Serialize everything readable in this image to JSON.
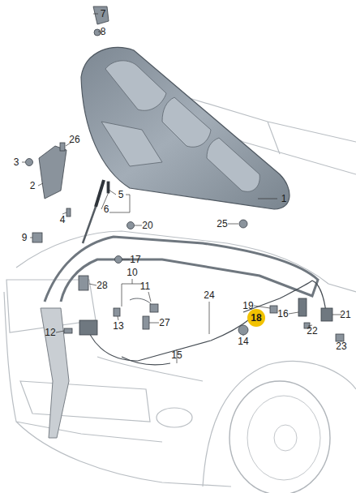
{
  "diagram": {
    "nodes": [
      {
        "text": [
          "18"
        ]
      }
    ],
    "labels": [
      "7",
      "8",
      "26",
      "3",
      "2",
      "5",
      "6",
      "4",
      "1",
      "25",
      "20",
      "9",
      "17",
      "10",
      "11",
      "28",
      "24",
      "19",
      "16",
      "21",
      "12",
      "13",
      "27",
      "22",
      "14",
      "23",
      "15"
    ]
  }
}
